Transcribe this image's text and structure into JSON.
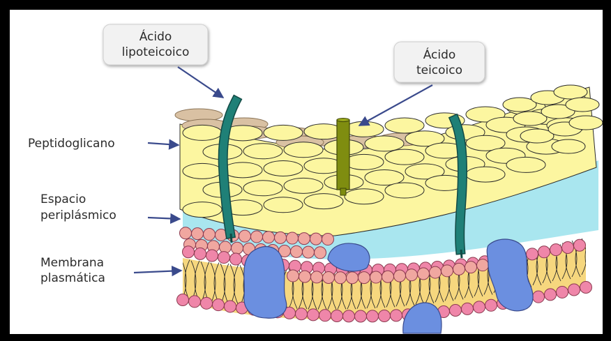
{
  "callouts": {
    "lipoteichoic": {
      "line1": "Ácido",
      "line2": "lipoteicoico"
    },
    "teichoic": {
      "line1": "Ácido",
      "line2": "teicoico"
    }
  },
  "labels": {
    "peptidoglycan": "Peptidoglicano",
    "periplasmic_line1": "Espacio",
    "periplasmic_line2": "periplásmico",
    "membrane_line1": "Membrana",
    "membrane_line2": "plasmática"
  },
  "colors": {
    "frame": "#000000",
    "background": "#ffffff",
    "peptidoglycan_fill": "#fcf6a0",
    "peptidoglycan_stroke": "#2b2b2b",
    "periplasmic_fill": "#a9e6ef",
    "top_layer_fill": "#d9c1a3",
    "lipid_head_fill": "#f0a7a0",
    "lipid_head_pink": "#ef86a9",
    "lipid_tail_fill": "#f6d77e",
    "protein_fill": "#6b8fe0",
    "lipoteichoic_fill": "#1f8077",
    "teichoic_fill": "#7f8d10",
    "arrow_color": "#3a4a8c",
    "callout_fill": "#f2f2f2"
  }
}
